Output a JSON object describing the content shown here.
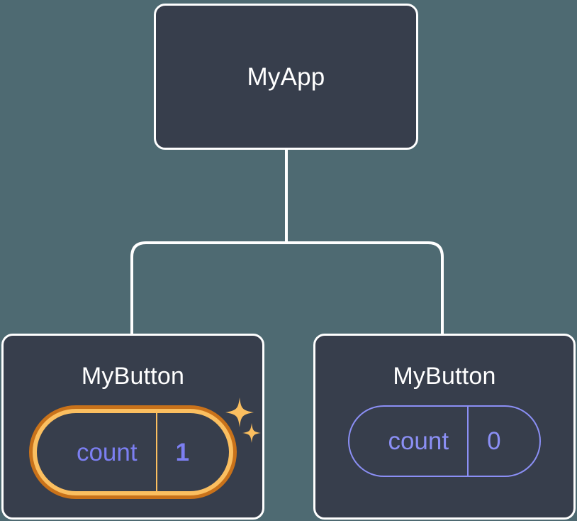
{
  "diagram": {
    "type": "component-tree",
    "background_color": "#4e6a72",
    "node_fill": "#373e4c",
    "node_border_color": "#ffffff",
    "edge_color": "#ffffff",
    "accent_highlight_outer": "#c9721a",
    "accent_highlight_inner": "#fbbf60",
    "state_text_color": "#8b8ff5",
    "title_text_color": "#ffffff"
  },
  "root": {
    "title": "MyApp"
  },
  "children": [
    {
      "title": "MyButton",
      "state": {
        "key": "count",
        "value": "1"
      },
      "highlighted": true,
      "sparkle_icons": [
        "sparkle-large-icon",
        "sparkle-small-icon"
      ]
    },
    {
      "title": "MyButton",
      "state": {
        "key": "count",
        "value": "0"
      },
      "highlighted": false,
      "sparkle_icons": []
    }
  ]
}
